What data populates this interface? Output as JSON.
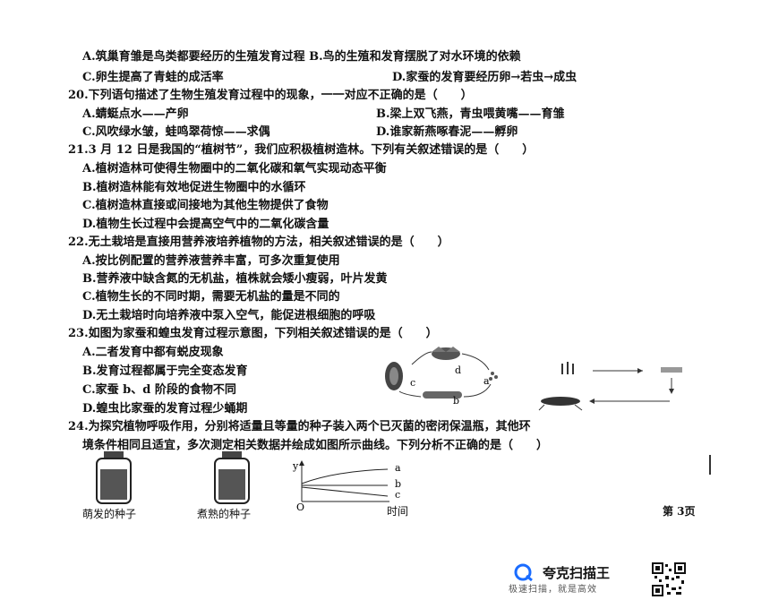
{
  "lines": [
    {
      "id": "l1",
      "text": "A.筑巢育雏是鸟类都要经历的生殖发育过程 B.鸟的生殖和发育摆脱了对水环境的依赖"
    },
    {
      "id": "l2a",
      "text": "C.卵生提高了青蛙的成活率"
    },
    {
      "id": "l2b",
      "text": "D.家蚕的发育要经历卵→若虫→成虫"
    },
    {
      "id": "q20",
      "text": "20.下列语句描述了生物生殖发育过程中的现象，一一对应不正确的是（　　）"
    },
    {
      "id": "q20a",
      "text": "A.蜻蜓点水——产卵"
    },
    {
      "id": "q20b",
      "text": "B.梁上双飞燕，青虫喂黄嘴——育雏"
    },
    {
      "id": "q20c",
      "text": "C.风吹绿水皱，蛙鸣翠荷惊——求偶"
    },
    {
      "id": "q20d",
      "text": "D.谁家新燕啄春泥——孵卵"
    },
    {
      "id": "q21",
      "text": "21.3 月 12 日是我国的“植树节”，我们应积极植树造林。下列有关叙述错误的是（　　）"
    },
    {
      "id": "q21a",
      "text": "A.植树造林可使得生物圈中的二氧化碳和氧气实现动态平衡"
    },
    {
      "id": "q21b",
      "text": "B.植树造林能有效地促进生物圈中的水循环"
    },
    {
      "id": "q21c",
      "text": "C.植树造林直接或间接地为其他生物提供了食物"
    },
    {
      "id": "q21d",
      "text": "D.植物生长过程中会提高空气中的二氧化碳含量"
    },
    {
      "id": "q22",
      "text": "22.无土栽培是直接用营养液培养植物的方法，相关叙述错误的是（　　）"
    },
    {
      "id": "q22a",
      "text": "A.按比例配置的营养液营养丰富，可多次重复使用"
    },
    {
      "id": "q22b",
      "text": "B.营养液中缺含氮的无机盐，植株就会矮小瘦弱，叶片发黄"
    },
    {
      "id": "q22c",
      "text": "C.植物生长的不同时期，需要无机盐的量是不同的"
    },
    {
      "id": "q22d",
      "text": "D.无土栽培时向培养液中泵入空气，能促进根细胞的呼吸"
    },
    {
      "id": "q23",
      "text": "23.如图为家蚕和蝗虫发育过程示意图，下列相关叙述错误的是（　　）"
    },
    {
      "id": "q23a",
      "text": "A.二者发育中都有蜕皮现象"
    },
    {
      "id": "q23b",
      "text": "B.发育过程都属于完全变态发育"
    },
    {
      "id": "q23c",
      "text": "C.家蚕 b、d 阶段的食物不同"
    },
    {
      "id": "q23d",
      "text": "D.蝗虫比家蚕的发育过程少蛹期"
    },
    {
      "id": "q24",
      "text": "24.为探究植物呼吸作用，分别将适量且等量的种子装入两个已灭菌的密闭保温瓶，其他环"
    },
    {
      "id": "q24b",
      "text": "境条件相同且适宜，多次测定相关数据并绘成如图所示曲线。下列分析不正确的是（　　）"
    }
  ],
  "silkworm_labels": {
    "a": "a",
    "b": "b",
    "c": "c",
    "d": "d"
  },
  "jars": {
    "left": "萌发的种子",
    "right": "煮熟的种子"
  },
  "graph": {
    "y": "y",
    "origin": "O",
    "x": "时间",
    "curve_a": "a",
    "curve_b": "b",
    "curve_c": "c"
  },
  "page_number": "第 3页",
  "brand": {
    "name": "夸克扫描王",
    "slogan": "极速扫描，就是高效"
  }
}
